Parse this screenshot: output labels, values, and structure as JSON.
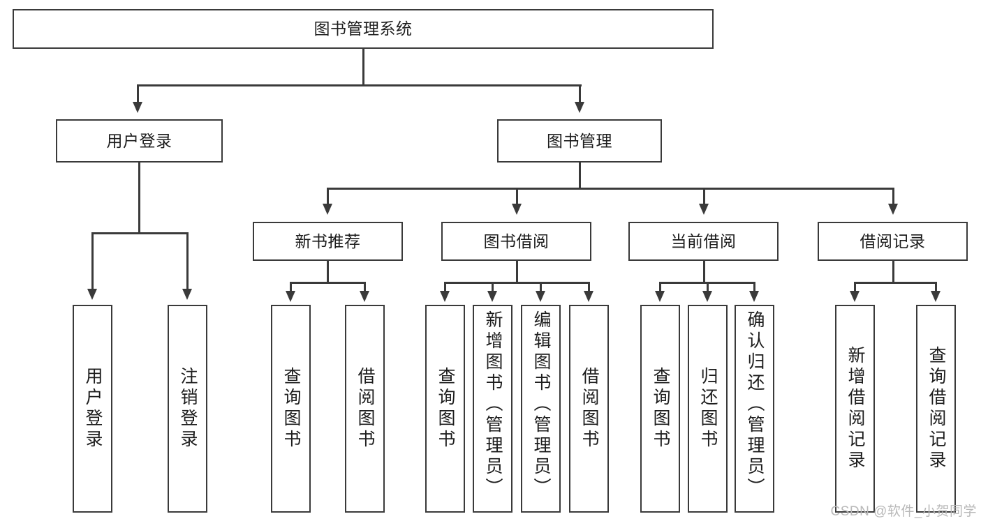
{
  "diagram": {
    "title": "图书管理系统",
    "type": "hierarchy-tree",
    "watermark": "CSDN @软件_小贺同学",
    "colors": {
      "stroke": "#3a3a3a",
      "fill": "#ffffff",
      "text": "#1d1d1d",
      "watermark": "#b9b9b9"
    },
    "root": {
      "label": "图书管理系统"
    },
    "level2": [
      {
        "label": "用户登录"
      },
      {
        "label": "图书管理"
      }
    ],
    "level3": [
      {
        "label": "新书推荐"
      },
      {
        "label": "图书借阅"
      },
      {
        "label": "当前借阅"
      },
      {
        "label": "借阅记录"
      }
    ],
    "leaves": {
      "user_login": [
        {
          "label": "用户登录"
        },
        {
          "label": "注销登录"
        }
      ],
      "new_book": [
        {
          "label": "查询图书"
        },
        {
          "label": "借阅图书"
        }
      ],
      "book_borrow": [
        {
          "label": "查询图书"
        },
        {
          "label": "新增图书（管理员）"
        },
        {
          "label": "编辑图书（管理员）"
        },
        {
          "label": "借阅图书"
        }
      ],
      "current_borrow": [
        {
          "label": "查询图书"
        },
        {
          "label": "归还图书"
        },
        {
          "label": "确认归还（管理员）"
        }
      ],
      "borrow_record": [
        {
          "label": "新增借阅记录"
        },
        {
          "label": "查询借阅记录"
        }
      ]
    }
  }
}
